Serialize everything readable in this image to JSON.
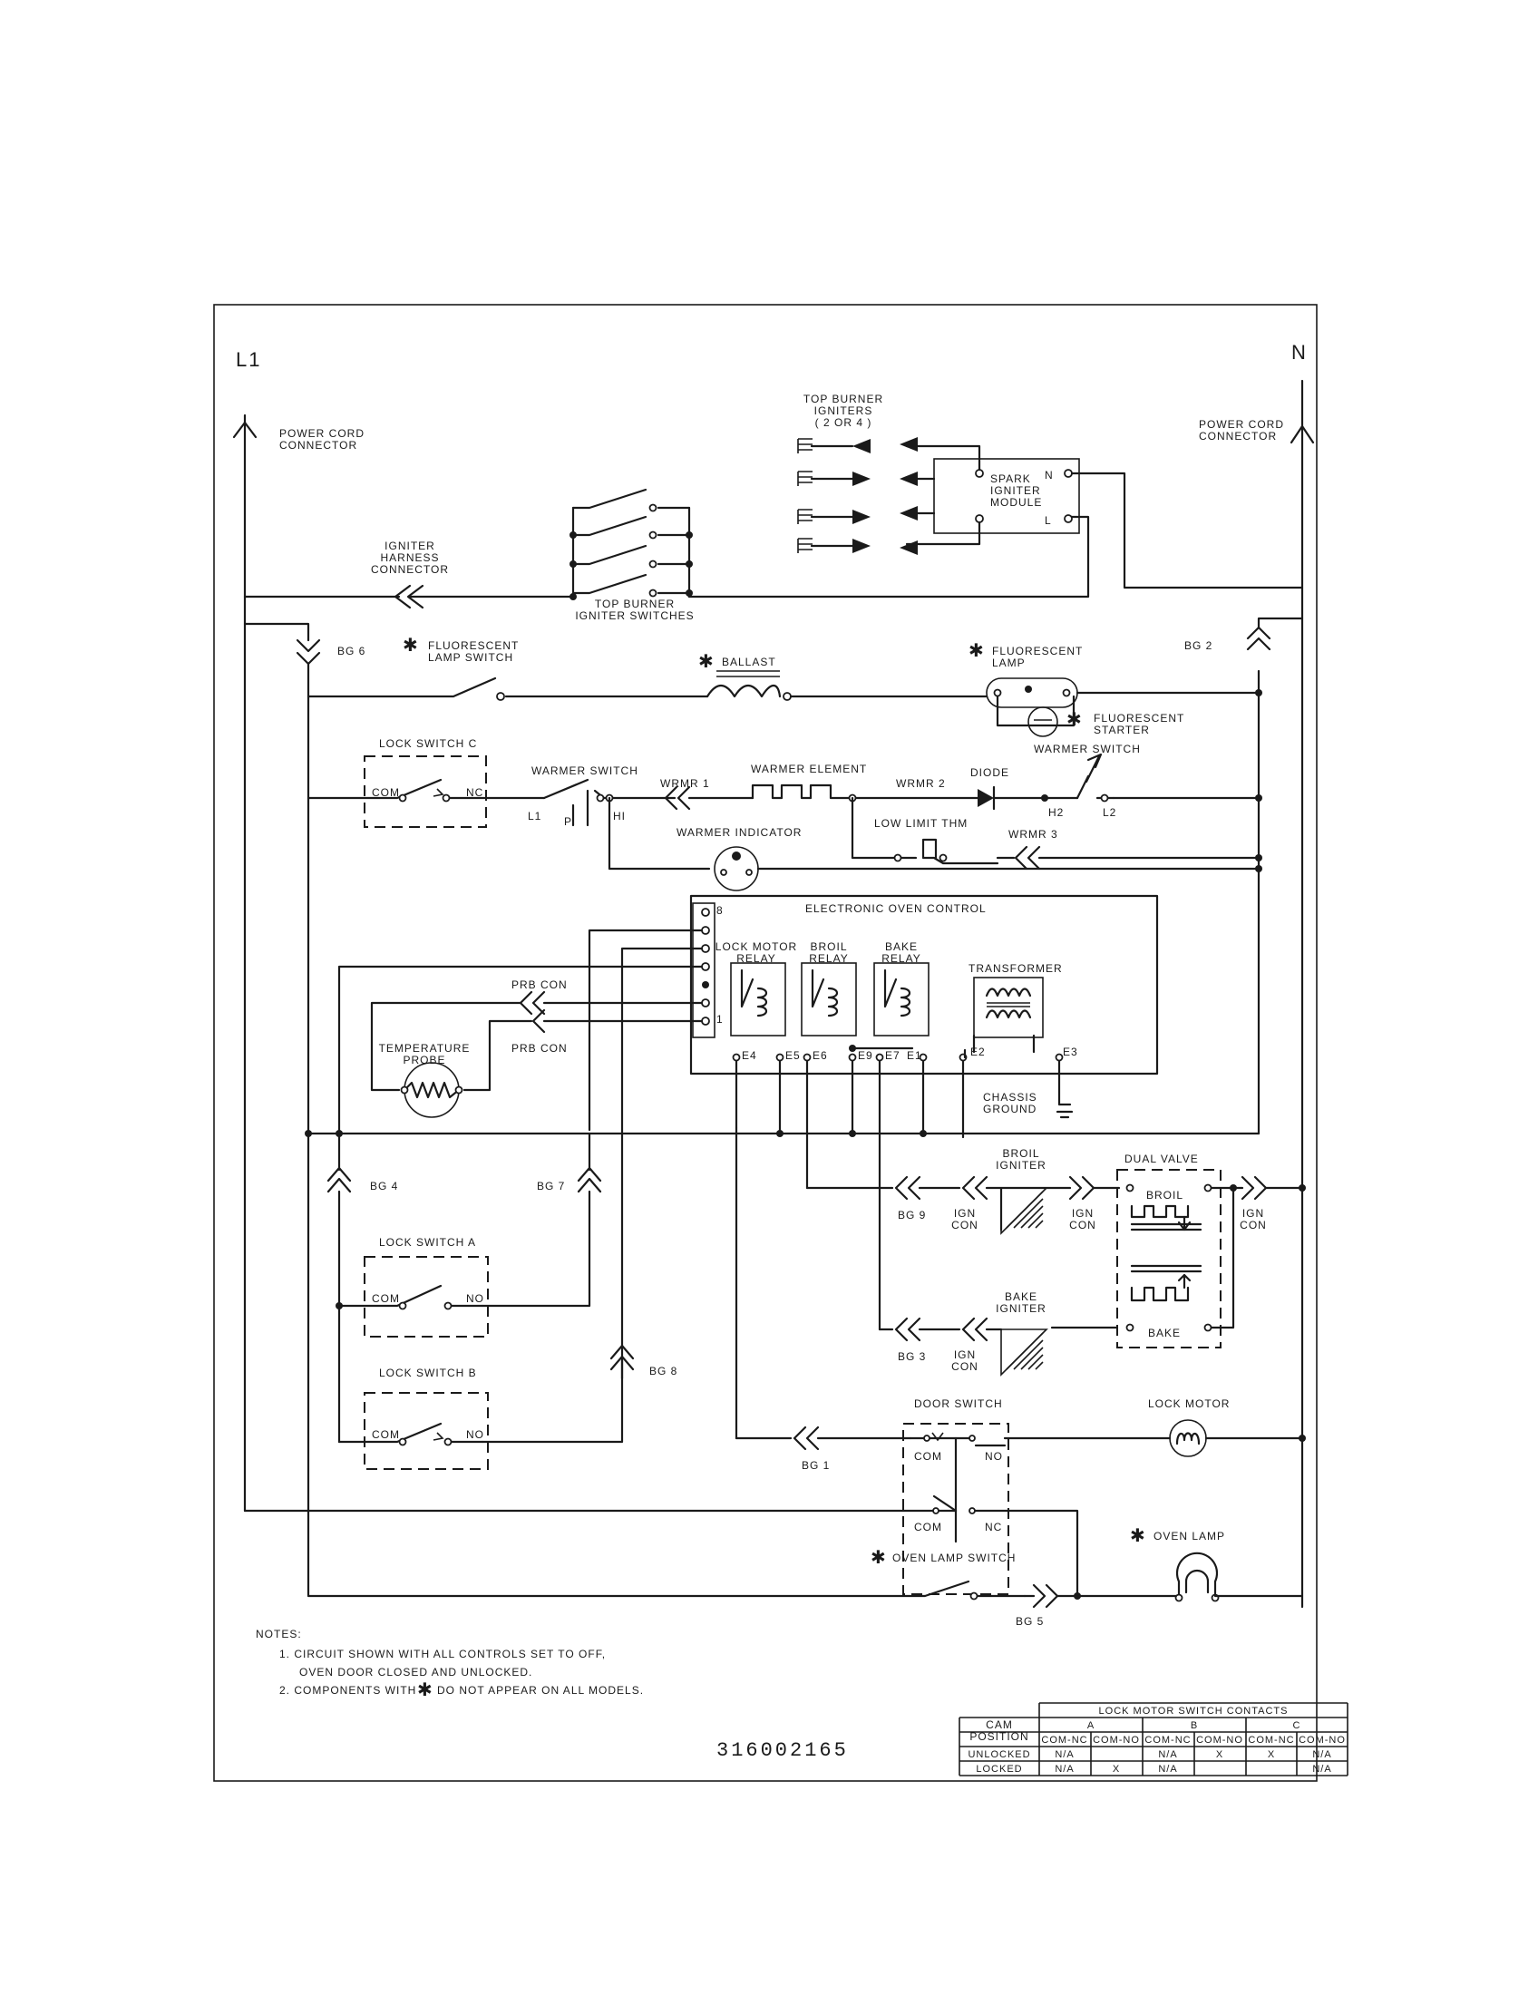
{
  "rails": {
    "l1": "L1",
    "n": "N"
  },
  "connectors": {
    "power_cord_l": "POWER CORD|CONNECTOR",
    "power_cord_n": "POWER CORD|CONNECTOR",
    "igniter_harness": "IGNITER|HARNESS|CONNECTOR",
    "bg6": "BG 6",
    "bg2": "BG 2",
    "bg4": "BG 4",
    "bg7": "BG 7",
    "bg8": "BG 8",
    "bg9": "BG 9",
    "bg3": "BG 3",
    "bg1": "BG 1",
    "bg5": "BG 5",
    "wrmr1": "WRMR 1",
    "wrmr2": "WRMR 2",
    "wrmr3": "WRMR 3",
    "prb_con_1": "PRB CON",
    "prb_con_2": "PRB CON",
    "ign_con_1": "IGN|CON",
    "ign_con_2": "IGN|CON",
    "ign_con_3": "IGN|CON",
    "ign_con_4": "IGN|CON"
  },
  "components": {
    "top_burner_igniters": "TOP BURNER|IGNITERS|( 2 OR 4 )",
    "spark_module": "SPARK|IGNITER|MODULE",
    "spark_n": "N",
    "spark_l": "L",
    "top_burner_switches": "TOP BURNER|IGNITER SWITCHES",
    "fluor_lamp_switch": "FLUORESCENT|LAMP SWITCH",
    "ballast": "BALLAST",
    "fluor_lamp": "FLUORESCENT|LAMP",
    "fluor_starter": "FLUORESCENT|STARTER",
    "lock_switch_c": "LOCK SWITCH C",
    "com": "COM",
    "nc": "NC",
    "no": "NO",
    "warmer_switch": "WARMER SWITCH",
    "warmer_switch_2": "WARMER SWITCH",
    "l1_small": "L1",
    "p": "P",
    "hi": "HI",
    "h2": "H2",
    "l2": "L2",
    "warmer_element": "WARMER ELEMENT",
    "diode": "DIODE",
    "low_limit": "LOW LIMIT THM",
    "warmer_indicator": "WARMER INDICATOR",
    "eoc": "ELECTRONIC OVEN CONTROL",
    "lock_motor_relay": "LOCK MOTOR|RELAY",
    "broil_relay": "BROIL|RELAY",
    "bake_relay": "BAKE|RELAY",
    "transformer": "TRANSFORMER",
    "pin8": "8",
    "pin1": "1",
    "e4": "E4",
    "e5": "E5",
    "e6": "E6",
    "e9": "E9",
    "e7": "E7",
    "e1": "E1",
    "e2": "E2",
    "e3": "E3",
    "chassis_ground": "CHASSIS|GROUND",
    "temp_probe": "TEMPERATURE|PROBE",
    "broil_igniter": "BROIL|IGNITER",
    "bake_igniter": "BAKE|IGNITER",
    "dual_valve": "DUAL VALVE",
    "broil": "BROIL",
    "bake": "BAKE",
    "lock_switch_a": "LOCK SWITCH A",
    "lock_switch_b": "LOCK SWITCH B",
    "door_switch": "DOOR SWITCH",
    "lock_motor": "LOCK MOTOR",
    "oven_lamp": "OVEN LAMP",
    "oven_lamp_switch": "OVEN LAMP SWITCH"
  },
  "notes": {
    "heading": "NOTES:",
    "n1a": "1.  CIRCUIT SHOWN WITH ALL CONTROLS SET TO OFF,",
    "n1b": "OVEN DOOR CLOSED AND UNLOCKED.",
    "n2a": "2.  COMPONENTS WITH",
    "n2b": "DO NOT APPEAR ON ALL MODELS."
  },
  "part_number": "316002165",
  "contacts_table": {
    "title": "LOCK MOTOR SWITCH CONTACTS",
    "cam_position": "CAM|POSITION",
    "groups": [
      "A",
      "B",
      "C"
    ],
    "subheaders": [
      "COM-NC",
      "COM-NO",
      "COM-NC",
      "COM-NO",
      "COM-NC",
      "COM-NO"
    ],
    "rows": [
      {
        "label": "UNLOCKED",
        "cells": [
          "N/A",
          "",
          "N/A",
          "X",
          "X",
          "N/A"
        ]
      },
      {
        "label": "LOCKED",
        "cells": [
          "N/A",
          "X",
          "N/A",
          "",
          "",
          "N/A"
        ]
      }
    ]
  },
  "asterisk": "✱"
}
